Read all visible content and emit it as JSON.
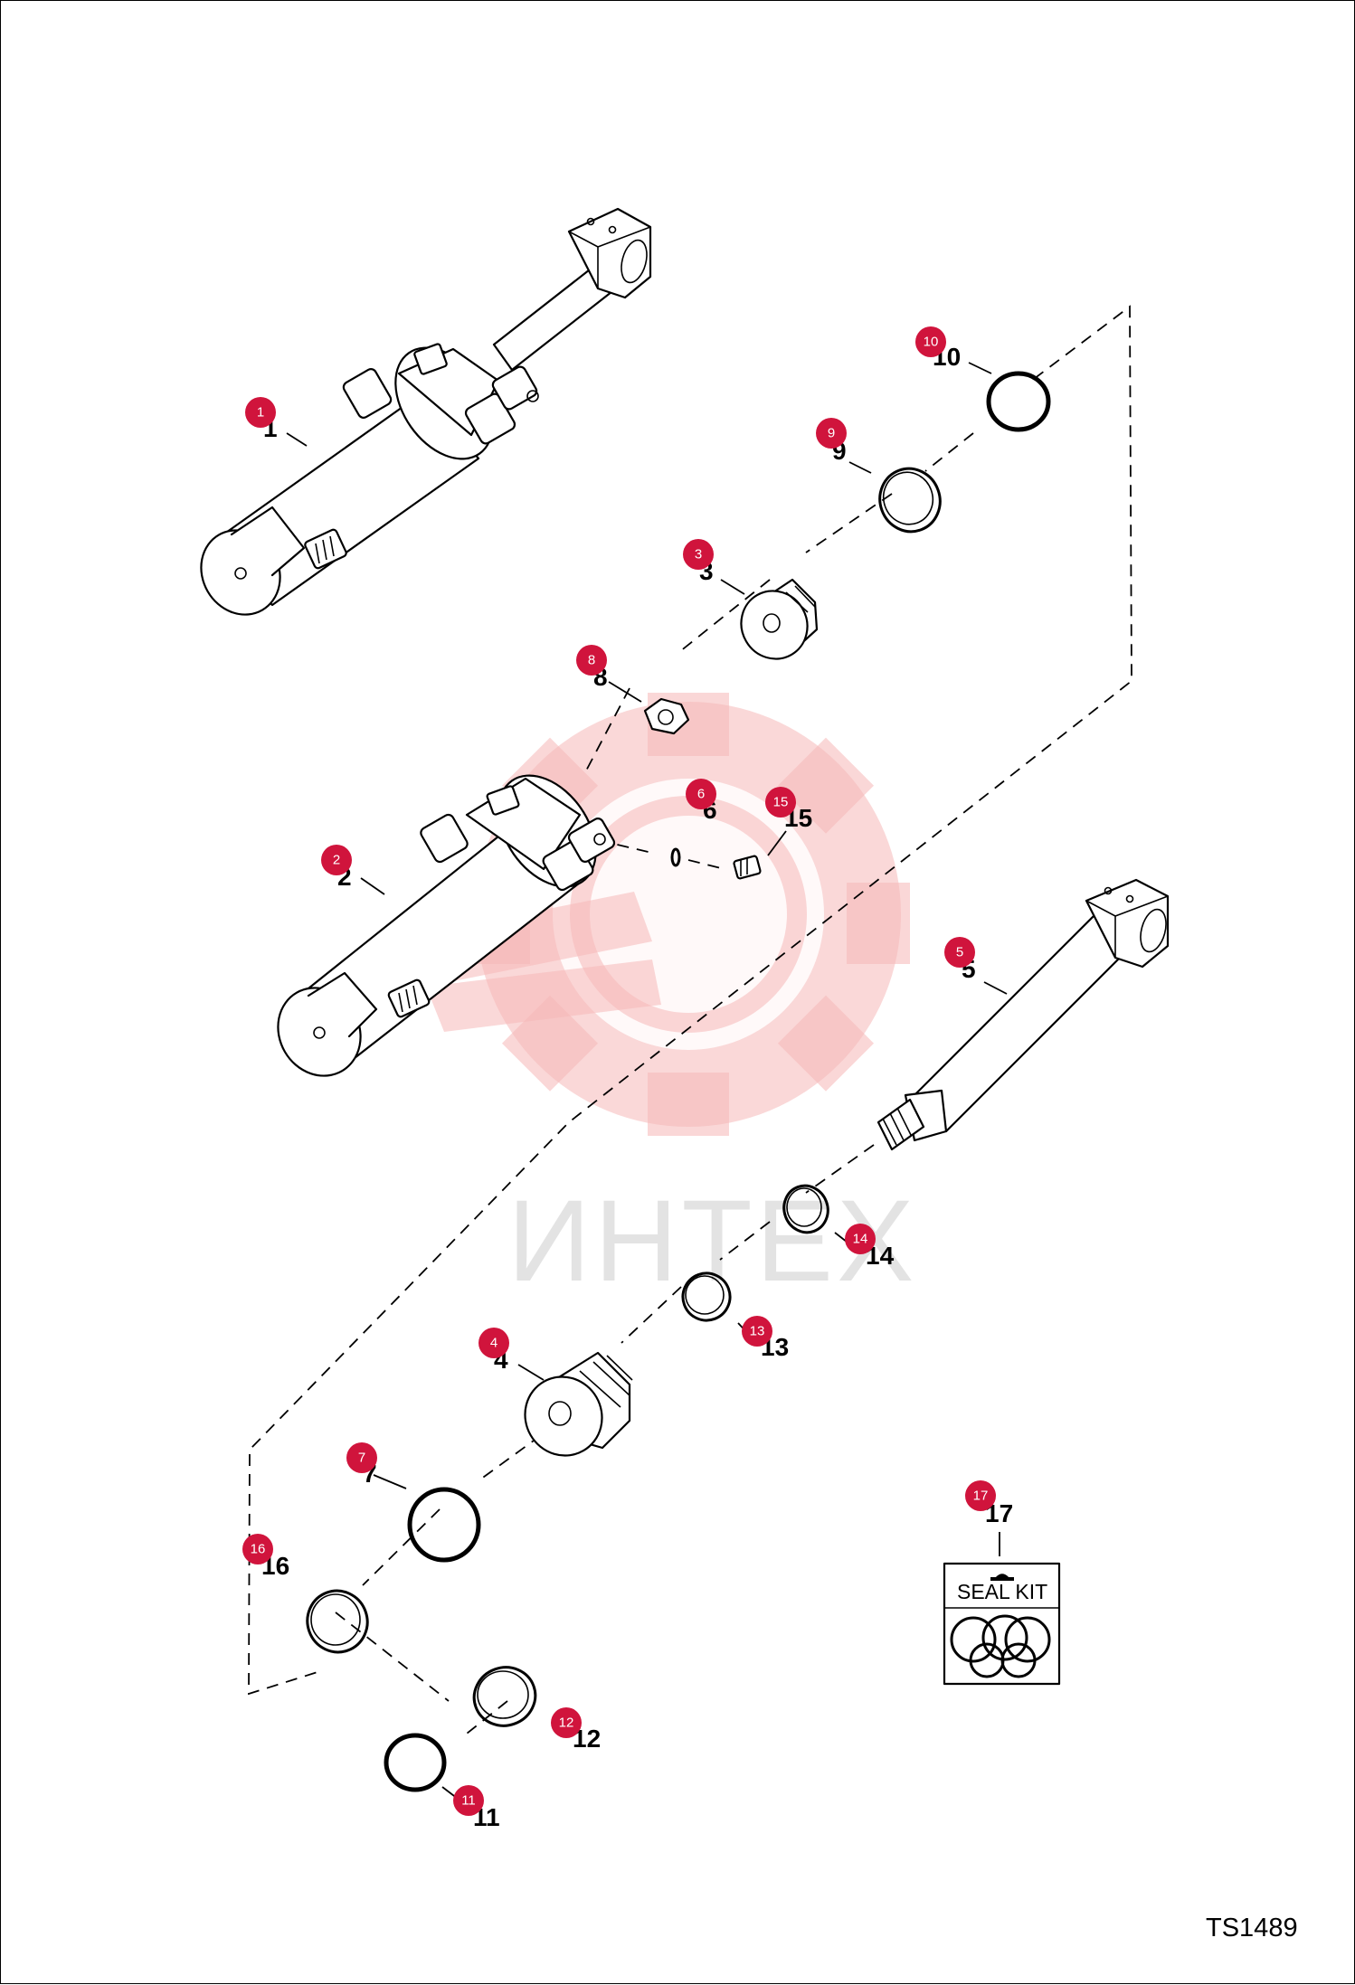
{
  "watermark": {
    "text": "ИНТЕХ",
    "gear_color": "#f6b8b8"
  },
  "drawing_code": "TS1489",
  "seal_kit_label": "SEAL KIT",
  "badge_color": "#d0143c",
  "callouts": [
    {
      "id": "1",
      "label": "1",
      "badge": "1"
    },
    {
      "id": "2",
      "label": "2",
      "badge": "2"
    },
    {
      "id": "3",
      "label": "3",
      "badge": "3"
    },
    {
      "id": "4",
      "label": "4",
      "badge": "4"
    },
    {
      "id": "5",
      "label": "5",
      "badge": "5"
    },
    {
      "id": "6",
      "label": "6",
      "badge": "6"
    },
    {
      "id": "7",
      "label": "7",
      "badge": "7"
    },
    {
      "id": "8",
      "label": "8",
      "badge": "8"
    },
    {
      "id": "9",
      "label": "9",
      "badge": "9"
    },
    {
      "id": "10",
      "label": "10",
      "badge": "10"
    },
    {
      "id": "11",
      "label": "11",
      "badge": "11"
    },
    {
      "id": "12",
      "label": "12",
      "badge": "12"
    },
    {
      "id": "13",
      "label": "13",
      "badge": "13"
    },
    {
      "id": "14",
      "label": "14",
      "badge": "14"
    },
    {
      "id": "15",
      "label": "15",
      "badge": "15"
    },
    {
      "id": "16",
      "label": "16",
      "badge": "16"
    },
    {
      "id": "17",
      "label": "17",
      "badge": "17"
    }
  ]
}
